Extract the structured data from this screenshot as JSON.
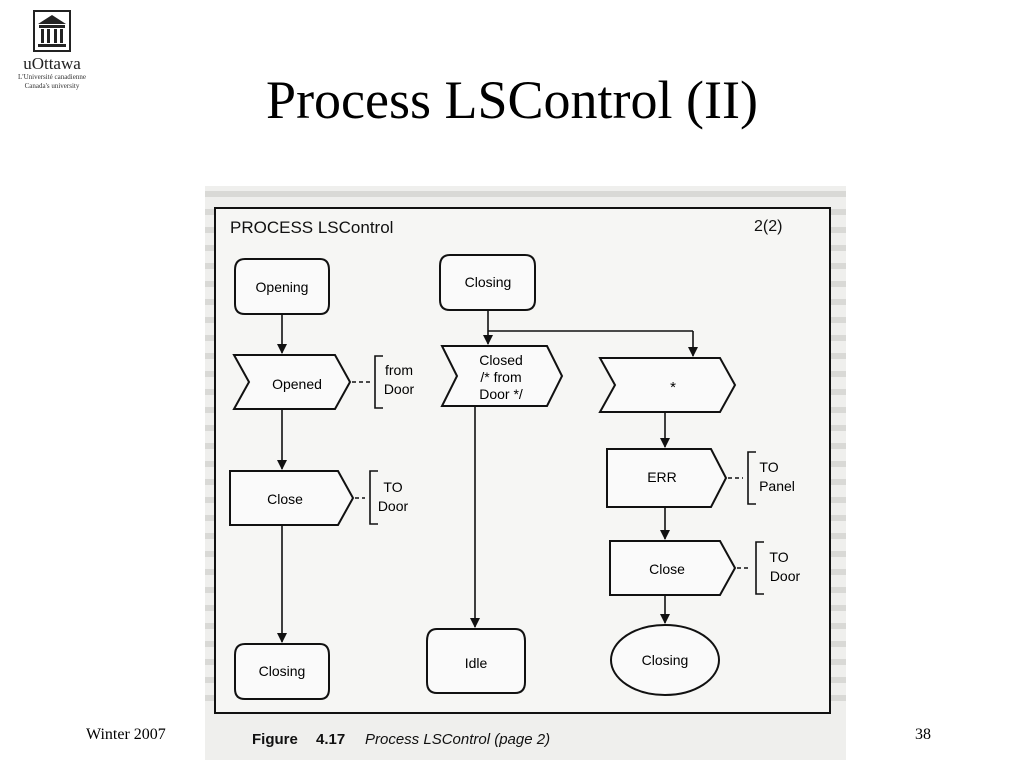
{
  "logo": {
    "brand": "uOttawa",
    "tagline_1": "L'Université canadienne",
    "tagline_2": "Canada's university",
    "icon": "building-columns-icon"
  },
  "slide": {
    "title": "Process LSControl (II)",
    "footer_left": "Winter 2007",
    "page_number": "38"
  },
  "figure": {
    "header": "PROCESS LSControl",
    "page_ref": "2(2)",
    "caption_label": "Figure",
    "caption_number": "4.17",
    "caption_text": "Process LSControl (page 2)"
  },
  "nodes": {
    "opening_state": "Opening",
    "opened_input": "Opened",
    "from_door_line1": "from",
    "from_door_line2": "Door",
    "close_output": "Close",
    "to_door1_line1": "TO",
    "to_door1_line2": "Door",
    "closing_state_left": "Closing",
    "closing_state_top": "Closing",
    "closed_input_line1": "Closed",
    "closed_input_line2": "/* from",
    "closed_input_line3": "Door */",
    "idle_state": "Idle",
    "star_input": "*",
    "err_output": "ERR",
    "to_panel_line1": "TO",
    "to_panel_line2": "Panel",
    "close_output_right": "Close",
    "to_door2_line1": "TO",
    "to_door2_line2": "Door",
    "closing_state_right": "Closing"
  }
}
